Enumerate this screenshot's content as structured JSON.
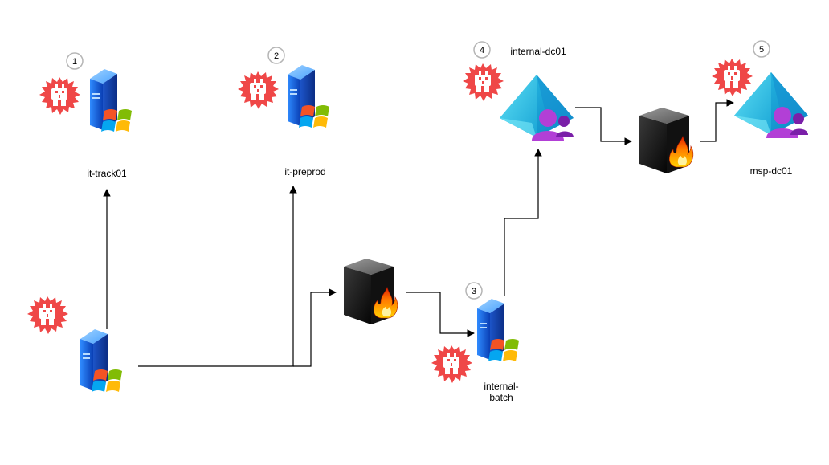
{
  "nodes": {
    "it_track01": {
      "label": "it-track01",
      "step": "1"
    },
    "it_preprod": {
      "label": "it-preprod",
      "step": "2"
    },
    "internal_batch": {
      "label_line1": "internal-",
      "label_line2": "batch",
      "step": "3"
    },
    "internal_dc01": {
      "label": "internal-dc01",
      "step": "4"
    },
    "msp_dc01": {
      "label": "msp-dc01",
      "step": "5"
    },
    "start_host": {
      "label": ""
    }
  },
  "icons": {
    "server": "windows-server-icon",
    "firewall": "firewall-icon",
    "domain_controller": "azure-ad-domain-icon",
    "compromise": "red-devil-badge-icon"
  },
  "colors": {
    "badge_red": "#ef4444",
    "server_blue": "#1d6ee8",
    "azure_cyan": "#29c3e6",
    "user_purple": "#a020c8",
    "firewall_dark": "#1c1c1c",
    "edge": "#000000",
    "step_circle_stroke": "#b5b5b5"
  }
}
